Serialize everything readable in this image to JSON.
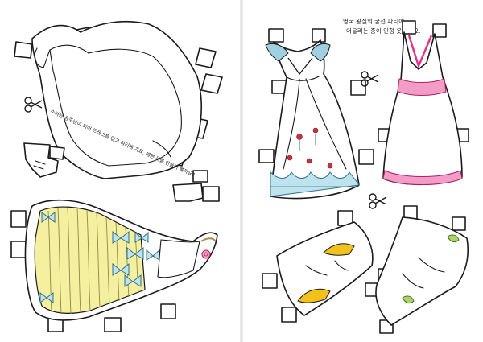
{
  "book": {
    "left_caption": "수아는 공주님이 되어 드레스를 입고 파티에 가요. 예쁜 옷을 만들어 볼까요?",
    "right_caption_line1": "영국 왕실의 궁전 파티에",
    "right_caption_line2": "어울리는 종이 인형 옷이에요."
  },
  "colors": {
    "outline": "#1a1a1a",
    "blue_trim": "#5a8fa8",
    "pink_trim": "#e0308a",
    "yellow_stripe": "#f4f0a0",
    "red_flower": "#c8323c",
    "shoe_yellow": "#f2c21b"
  },
  "icons": [
    "scissors-icon",
    "scissors-icon",
    "scissors-icon"
  ]
}
